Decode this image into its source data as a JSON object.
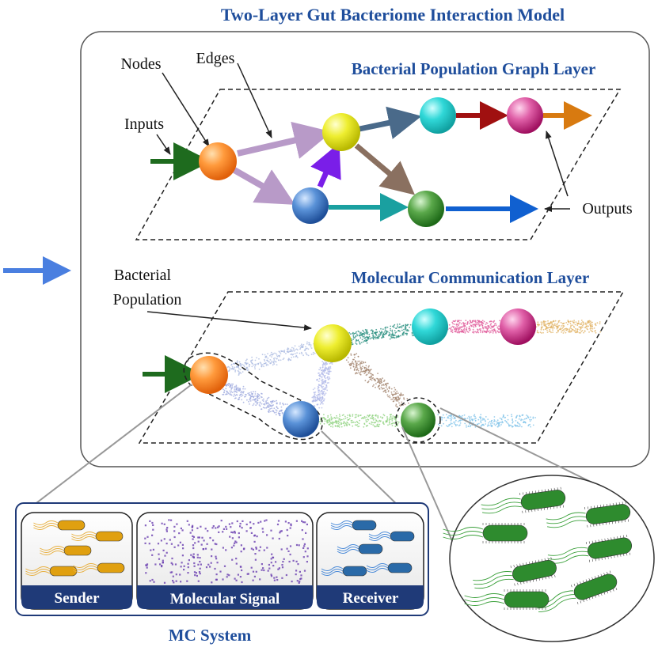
{
  "title": "Two-Layer Gut Bacteriome Interaction Model",
  "graph_layer": {
    "title": "Bacterial Population Graph Layer",
    "labels": {
      "nodes": "Nodes",
      "edges": "Edges",
      "inputs": "Inputs",
      "outputs": "Outputs"
    }
  },
  "mc_layer": {
    "title": "Molecular Communication Layer",
    "population_label_line1": "Bacterial",
    "population_label_line2": "Population"
  },
  "mc_system": {
    "title": "MC System",
    "panels": [
      "Sender",
      "Molecular Signal",
      "Receiver"
    ]
  },
  "colors": {
    "accent": "#1f4e9c",
    "input_arrow": "#1e6b1e",
    "side_arrow": "#4a7fe0",
    "sender": "#e0a010",
    "receiver": "#2a6aa8",
    "receiver_bacteria": "#2e8b2e",
    "signal": "#6a3fb0"
  },
  "icons": [
    "nodes-icon",
    "arrow-icon",
    "bacteria-icon"
  ]
}
